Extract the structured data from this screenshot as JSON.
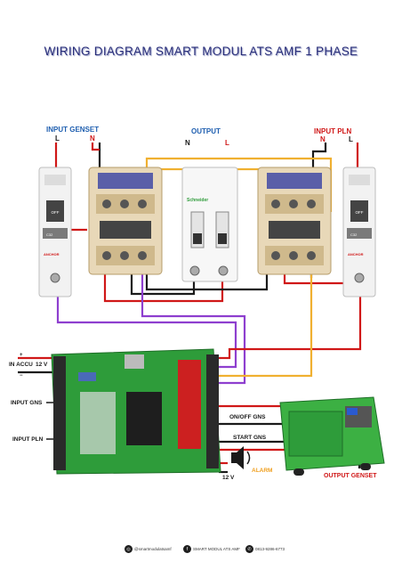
{
  "title": "WIRING DIAGRAM SMART MODUL ATS AMF 1 PHASE",
  "labels": {
    "input_genset": "INPUT GENSET",
    "output": "OUTPUT",
    "input_pln": "INPUT PLN",
    "l": "L",
    "n": "N",
    "in_accu": "IN ACCU",
    "accu_voltage": "12 V",
    "plus": "+",
    "minus": "−",
    "input_gns": "INPUT GNS",
    "input_pln_module": "INPUT PLN",
    "on_off_gns": "ON/OFF GNS",
    "start_gns": "START GNS",
    "alarm": "ALARM",
    "twelve_v": "12 V",
    "output_genset": "OUTPUT GENSET",
    "mcb_off": "OFF",
    "mcb_rating": "C32",
    "anchor": "ANCHOR",
    "schneider": "Schneider"
  },
  "footer": {
    "instagram": "@smartmodulatsamf",
    "facebook": "SMART MODUL ATS AMF",
    "whatsapp": "0813-9286-6773"
  },
  "colors": {
    "title": "#2a2f7a",
    "blue_label": "#1f5fb0",
    "red_label": "#d01818",
    "wire_red": "#d01818",
    "wire_black": "#1a1a1a",
    "wire_purple": "#8e3fcf",
    "wire_orange": "#f0b030",
    "pcb_green": "#2e9c3a",
    "genset_green": "#3cb043"
  }
}
